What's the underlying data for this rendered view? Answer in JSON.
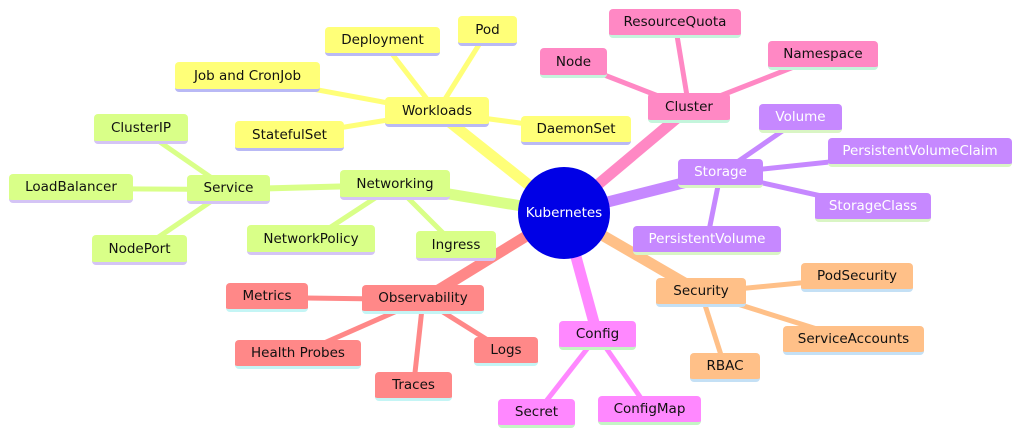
{
  "root": {
    "label": "Kubernetes",
    "color": "#0000e6"
  },
  "branches": [
    {
      "id": "workloads",
      "label": "Workloads",
      "color": "#ffff78",
      "border": "#b9b9f5",
      "text": "dark",
      "children": [
        "Deployment",
        "Pod",
        "Job and CronJob",
        "StatefulSet",
        "DaemonSet"
      ]
    },
    {
      "id": "cluster",
      "label": "Cluster",
      "color": "#ff88c4",
      "border": "#c4f5dc",
      "text": "dark",
      "children": [
        "ResourceQuota",
        "Node",
        "Namespace"
      ]
    },
    {
      "id": "storage",
      "label": "Storage",
      "color": "#c688ff",
      "border": "#d9f5c4",
      "text": "light",
      "children": [
        "Volume",
        "PersistentVolumeClaim",
        "StorageClass",
        "PersistentVolume"
      ]
    },
    {
      "id": "security",
      "label": "Security",
      "color": "#ffc088",
      "border": "#c4e0f5",
      "text": "dark",
      "children": [
        "PodSecurity",
        "ServiceAccounts",
        "RBAC"
      ]
    },
    {
      "id": "config",
      "label": "Config",
      "color": "#ff88ff",
      "border": "#c4f5c4",
      "text": "dark",
      "children": [
        "Secret",
        "ConfigMap"
      ]
    },
    {
      "id": "observability",
      "label": "Observability",
      "color": "#ff8888",
      "border": "#c4f5f5",
      "text": "dark",
      "children": [
        "Metrics",
        "Health Probes",
        "Traces",
        "Logs"
      ]
    },
    {
      "id": "networking",
      "label": "Networking",
      "color": "#d9ff88",
      "border": "#d4c4f5",
      "text": "dark",
      "children": [
        "NetworkPolicy",
        "Ingress"
      ]
    },
    {
      "id": "service",
      "label": "Service",
      "color": "#d9ff88",
      "border": "#d4c4f5",
      "text": "dark",
      "parent": "networking",
      "children": [
        "ClusterIP",
        "LoadBalancer",
        "NodePort"
      ]
    }
  ]
}
